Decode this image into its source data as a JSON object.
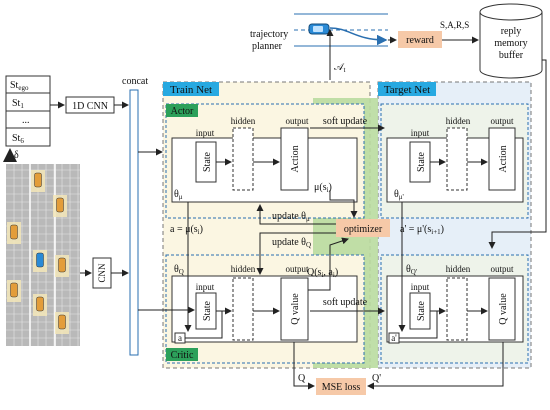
{
  "state_stack": {
    "items": [
      "St_ego",
      "St_1",
      "...",
      "St_6"
    ],
    "delta": "δ"
  },
  "blocks": {
    "cnn1d": "1D CNN",
    "cnn": "CNN",
    "concat": "concat",
    "trajectory_planner": "trajectory planner",
    "reward": "reward",
    "transition": "S,A,R,S",
    "replay_buffer": "reply memory buffer",
    "optimizer": "optimizer",
    "mse_loss": "MSE loss"
  },
  "panels": {
    "train_net": "Train Net",
    "target_net": "Target Net",
    "actor": "Actor",
    "critic": "Critic"
  },
  "net_labels": {
    "input": "input",
    "hidden": "hidden",
    "output": "output",
    "state": "State",
    "action": "Action",
    "q_value": "Q value",
    "a": "a",
    "a_prime": "a'"
  },
  "params": {
    "theta_mu": "θμ",
    "theta_mu_prime": "θμ'",
    "theta_q": "θQ",
    "theta_q_prime": "θQ'"
  },
  "arrows": {
    "soft_update": "soft update",
    "update_theta_mu": "update θμ",
    "update_theta_q": "update θQ",
    "mu_si": "μ(si)",
    "a_eq": "a = μ(si)",
    "a_prime_eq": "a' = μ'(si+1)",
    "q_si_ai": "Q(si, ai)",
    "a_t": "At",
    "q": "Q",
    "q_prime": "Q'"
  },
  "colors": {
    "train_bg": "#fbf6e2",
    "target_bg": "#e6eff8",
    "inner_bg": "#eef3ea",
    "green_strip": "#b9dca0",
    "orange": "#f6c9a8",
    "panel_label_blue": "#27a9e1",
    "panel_label_green": "#2ca05a",
    "car_orange": "#e39d3a",
    "car_blue": "#2a8ad6"
  }
}
